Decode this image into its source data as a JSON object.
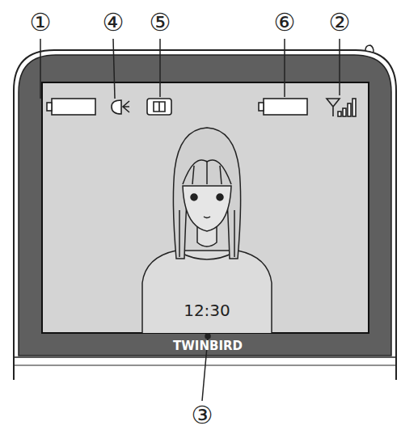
{
  "diagram": {
    "labels": [
      "①",
      "④",
      "⑤",
      "⑥",
      "②",
      "12:30",
      "TWINBIRD",
      "③"
    ]
  }
}
